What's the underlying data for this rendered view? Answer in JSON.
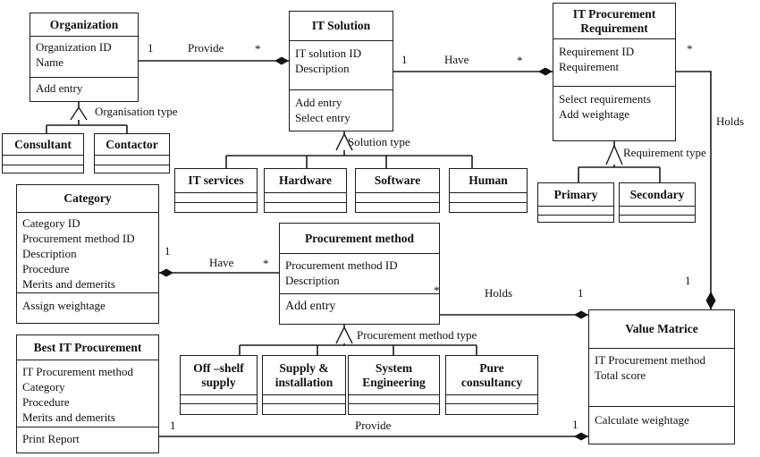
{
  "entities": {
    "organization": {
      "title": "Organization",
      "attrs": [
        "Organization ID",
        "Name"
      ],
      "methods": [
        "Add entry"
      ]
    },
    "it_solution": {
      "title": "IT Solution",
      "attrs": [
        "IT solution ID",
        "Description"
      ],
      "methods": [
        "Add entry",
        "Select entry"
      ]
    },
    "it_procurement_requirement": {
      "title": "IT Procurement Requirement",
      "attrs": [
        "Requirement ID",
        "Requirement"
      ],
      "methods": [
        "Select requirements",
        "Add weightage"
      ]
    },
    "category": {
      "title": "Category",
      "attrs": [
        "Category ID",
        "Procurement method ID",
        "Description",
        "Procedure",
        "Merits and demerits"
      ],
      "methods": [
        "Assign weightage"
      ]
    },
    "procurement_method": {
      "title": "Procurement method",
      "attrs": [
        "Procurement method ID",
        "Description"
      ],
      "methods": [
        "Add entry"
      ]
    },
    "best_it_procurement": {
      "title": "Best IT Procurement",
      "attrs": [
        "IT Procurement method",
        "Category",
        "Procedure",
        "Merits and demerits"
      ],
      "methods": [
        "Print Report"
      ]
    },
    "value_matrice": {
      "title": "Value Matrice",
      "attrs": [
        "IT Procurement method",
        "Total score"
      ],
      "methods": [
        "Calculate weightage"
      ]
    }
  },
  "subtypes": {
    "consultant": "Consultant",
    "contactor": "Contactor",
    "it_services": "IT services",
    "hardware": "Hardware",
    "software": "Software",
    "human": "Human",
    "primary": "Primary",
    "secondary": "Secondary",
    "off_shelf_supply": "Off –shelf supply",
    "supply_installation": "Supply & installation",
    "system_engineering": "System Engineering",
    "pure_consultancy": "Pure consultancy"
  },
  "relationships": {
    "provide_top": {
      "card_a": "1",
      "label": "Provide",
      "card_b": "*"
    },
    "have_top": {
      "card_a": "1",
      "label": "Have",
      "card_b": "*"
    },
    "holds_right": {
      "card_a": "*",
      "label": "Holds",
      "card_b": "1"
    },
    "have_mid": {
      "card_a": "1",
      "label": "Have",
      "card_b": "*"
    },
    "holds_mid": {
      "card_a": "*",
      "label": "Holds",
      "card_b": "1"
    },
    "provide_bottom": {
      "card_a": "1",
      "label": "Provide",
      "card_b": "1"
    }
  },
  "generalizations": {
    "organisation_type": "Organisation type",
    "solution_type": "Solution type",
    "requirement_type": "Requirement type",
    "procurement_method_type": "Procurement method type"
  },
  "colors": {
    "line": "#1c1c1c",
    "background": "#ffffff"
  }
}
